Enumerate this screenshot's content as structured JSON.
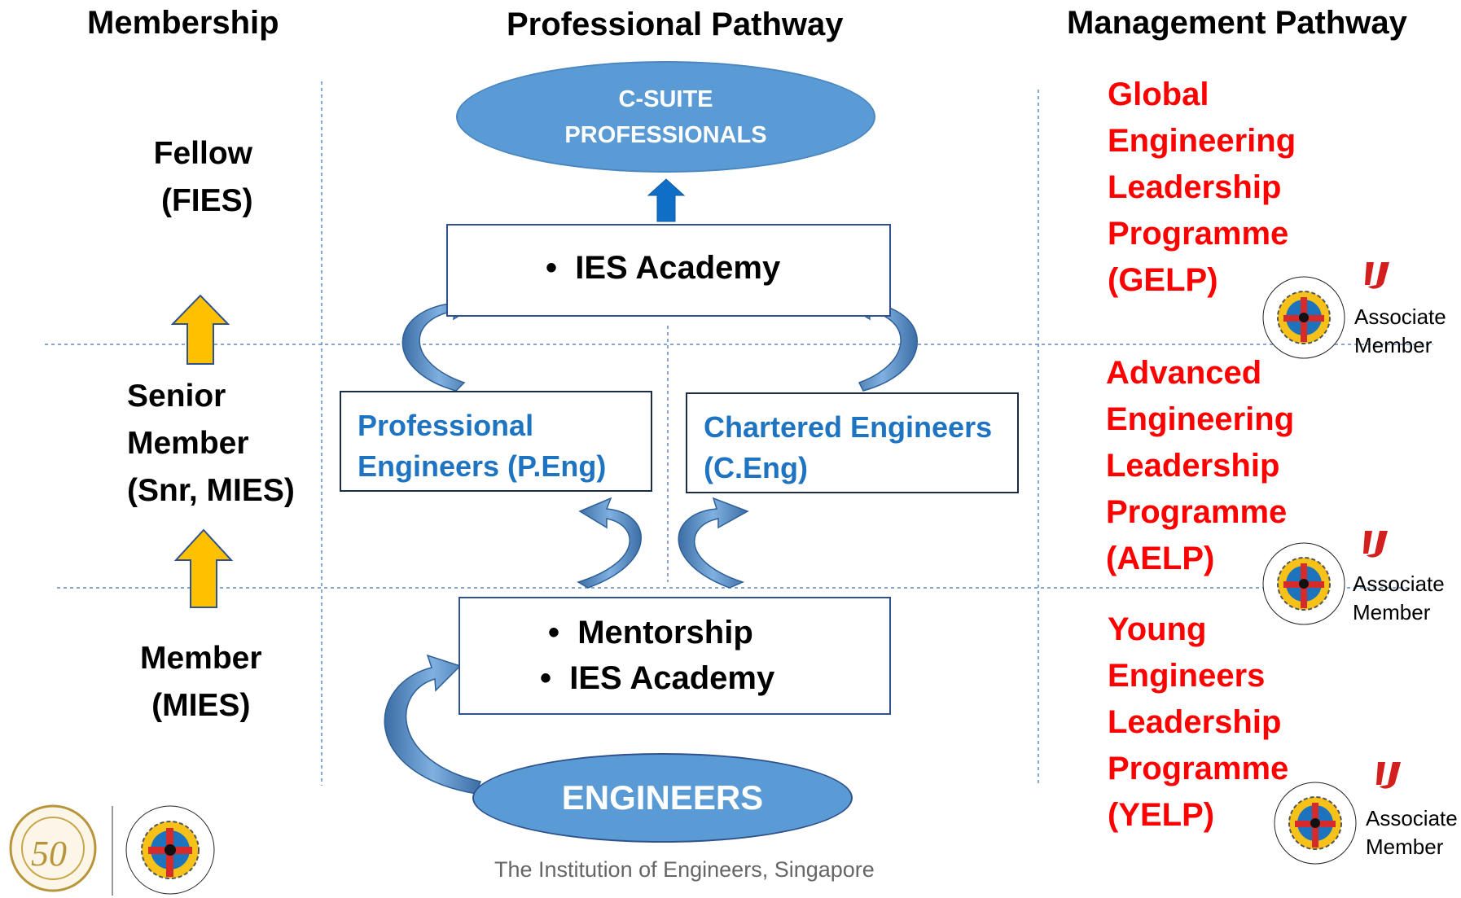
{
  "headers": {
    "membership": "Membership",
    "professional": "Professional Pathway",
    "management": "Management Pathway"
  },
  "membership": {
    "fellow": [
      "Fellow",
      "(FIES)"
    ],
    "senior": [
      "Senior",
      "Member",
      "(Snr, MIES)"
    ],
    "member": [
      "Member",
      "(MIES)"
    ]
  },
  "professional": {
    "csuite": [
      "C-SUITE",
      "PROFESSIONALS"
    ],
    "academy_top": "IES Academy",
    "peng": [
      "Professional",
      "Engineers (P.Eng)"
    ],
    "ceng": [
      "Chartered Engineers",
      "(C.Eng)"
    ],
    "bottom_items": [
      "Mentorship",
      "IES Academy"
    ],
    "engineers": "ENGINEERS"
  },
  "management": {
    "gelp": [
      "Global",
      "Engineering",
      "Leadership",
      "Programme",
      "(GELP)"
    ],
    "aelp": [
      "Advanced",
      "Engineering",
      "Leadership",
      "Programme",
      "(AELP)"
    ],
    "yelp": [
      "Young",
      "Engineers",
      "Leadership",
      "Programme",
      "(YELP)"
    ],
    "badge": [
      "Associate",
      "Member"
    ]
  },
  "footer": "The Institution of Engineers, Singapore",
  "colors": {
    "oval_blue": "#5b9bd5",
    "text_blue": "#1f74c1",
    "program_red": "#ff0000",
    "arrow_yellow": "#ffc000",
    "box_border": "#2f528f",
    "dark_box_border": "#1a2b44"
  },
  "icons": {
    "up_arrow": "yellow-up-arrow-icon",
    "curved_arrow": "curved-arrow-icon",
    "ies_logo": "ies-logo-icon",
    "anniversary_logo": "ies-50-years-logo-icon",
    "u_logo": "university-u-logo-icon"
  }
}
